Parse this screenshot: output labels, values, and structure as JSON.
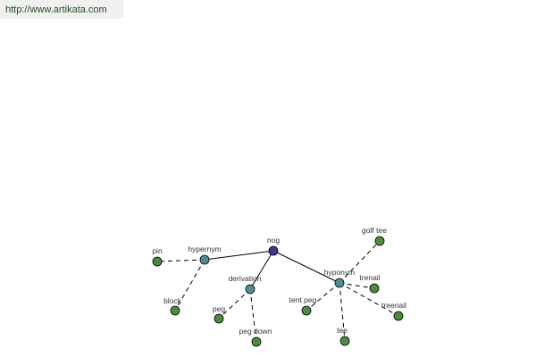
{
  "header": {
    "url": "http://www.artikata.com"
  },
  "graph": {
    "colors": {
      "root": "#3a3a8c",
      "relation": "#4f8f8f",
      "word": "#4f8a3f"
    },
    "nodes": [
      {
        "id": "root",
        "label": "nog",
        "kind": "root"
      },
      {
        "id": "hypernym",
        "label": "hypernym",
        "kind": "relation"
      },
      {
        "id": "derivation",
        "label": "derivation",
        "kind": "relation"
      },
      {
        "id": "hyponym",
        "label": "hyponym",
        "kind": "relation"
      },
      {
        "id": "pin",
        "label": "pin",
        "kind": "word"
      },
      {
        "id": "block",
        "label": "block",
        "kind": "word"
      },
      {
        "id": "peg",
        "label": "peg",
        "kind": "word"
      },
      {
        "id": "peg-down",
        "label": "peg down",
        "kind": "word"
      },
      {
        "id": "golf-tee",
        "label": "golf tee",
        "kind": "word"
      },
      {
        "id": "trenail-1",
        "label": "trenail",
        "kind": "word"
      },
      {
        "id": "treenail",
        "label": "treenail",
        "kind": "word"
      },
      {
        "id": "tent-peg",
        "label": "tent peg",
        "kind": "word"
      },
      {
        "id": "tee",
        "label": "tee",
        "kind": "word"
      }
    ],
    "edges": [
      {
        "from": "root",
        "to": "hypernym",
        "style": "solid"
      },
      {
        "from": "root",
        "to": "derivation",
        "style": "solid"
      },
      {
        "from": "root",
        "to": "hyponym",
        "style": "solid"
      },
      {
        "from": "hypernym",
        "to": "pin",
        "style": "dashed"
      },
      {
        "from": "hypernym",
        "to": "block",
        "style": "dashed"
      },
      {
        "from": "derivation",
        "to": "peg",
        "style": "dashed"
      },
      {
        "from": "derivation",
        "to": "peg-down",
        "style": "dashed"
      },
      {
        "from": "hyponym",
        "to": "golf-tee",
        "style": "dashed"
      },
      {
        "from": "hyponym",
        "to": "trenail-1",
        "style": "dashed"
      },
      {
        "from": "hyponym",
        "to": "treenail",
        "style": "dashed"
      },
      {
        "from": "hyponym",
        "to": "tent-peg",
        "style": "dashed"
      },
      {
        "from": "hyponym",
        "to": "tee",
        "style": "dashed"
      }
    ]
  }
}
